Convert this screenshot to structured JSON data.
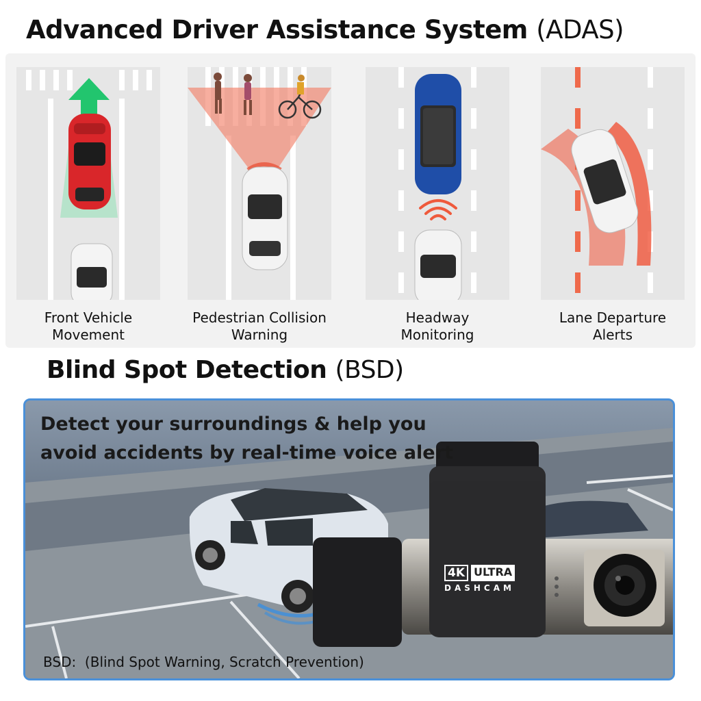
{
  "adas": {
    "title_main": "Advanced Driver Assistance System",
    "title_abbr": "(ADAS)",
    "features": [
      {
        "line1": "Front Vehicle",
        "line2": "Movement"
      },
      {
        "line1": "Pedestrian Collision",
        "line2": "Warning"
      },
      {
        "line1": "Headway",
        "line2": "Monitoring"
      },
      {
        "line1": "Lane Departure",
        "line2": "Alerts"
      }
    ]
  },
  "bsd": {
    "title_main": "Blind Spot Detection",
    "title_abbr": "(BSD)",
    "description_line1": "Detect your surroundings & help you",
    "description_line2": "avoid accidents by real-time voice alert",
    "note": "BSD:  (Blind Spot Warning, Scratch Prevention)",
    "badge": {
      "k": "4K",
      "ultra": "ULTRA",
      "dashcam": "DASHCAM"
    }
  },
  "colors": {
    "accent_green": "#2ecc71",
    "accent_red": "#e8553f",
    "car_red": "#d9262a",
    "car_blue": "#1f4ea8",
    "frame_blue": "#4a90d9"
  },
  "icons": [
    "green-arrow-icon",
    "pedestrian-icon",
    "cyclist-icon",
    "radar-wave-icon",
    "camera-lens-icon"
  ]
}
